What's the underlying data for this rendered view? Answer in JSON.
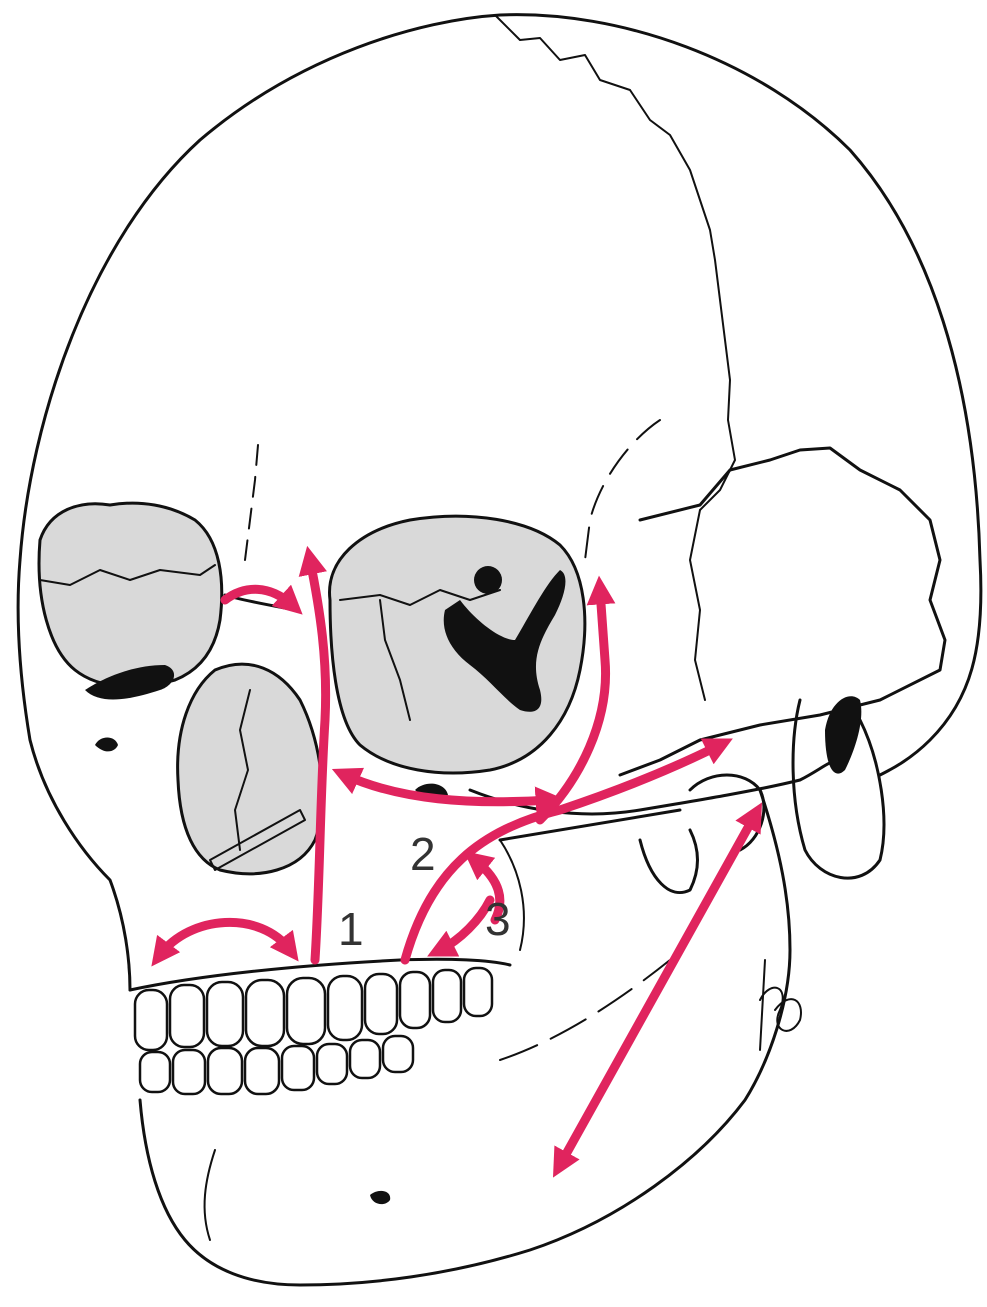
{
  "colors": {
    "arrow": "#e0245e",
    "outline": "#111111",
    "shade": "#d9d9d9"
  },
  "labels": {
    "one": "1",
    "two": "2",
    "three": "3"
  }
}
